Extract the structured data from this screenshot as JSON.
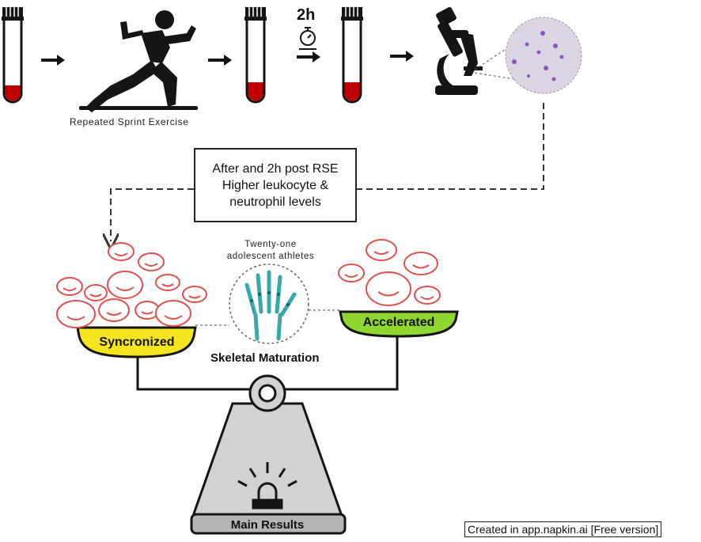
{
  "workflow": {
    "sprint_label": "Repeated Sprint Exercise",
    "timer_label": "2h"
  },
  "finding": {
    "lines": [
      "After and 2h post RSE",
      "Higher leukocyte &",
      "neutrophil levels"
    ]
  },
  "balance": {
    "athletes_lines": [
      "Twenty-one",
      "adolescent athletes"
    ],
    "left_pan_label": "Syncronized",
    "right_pan_label": "Accelerated",
    "center_label": "Skeletal Maturation",
    "base_label": "Main Results"
  },
  "colors": {
    "blood": "#c00000",
    "cells": "#e05050",
    "sync_pan": "#f5e51c",
    "acc_pan": "#8fd630",
    "hand_xray": "#3aa7a8",
    "icon_dark": "#151515"
  },
  "credit": "Created in app.napkin.ai [Free version]"
}
